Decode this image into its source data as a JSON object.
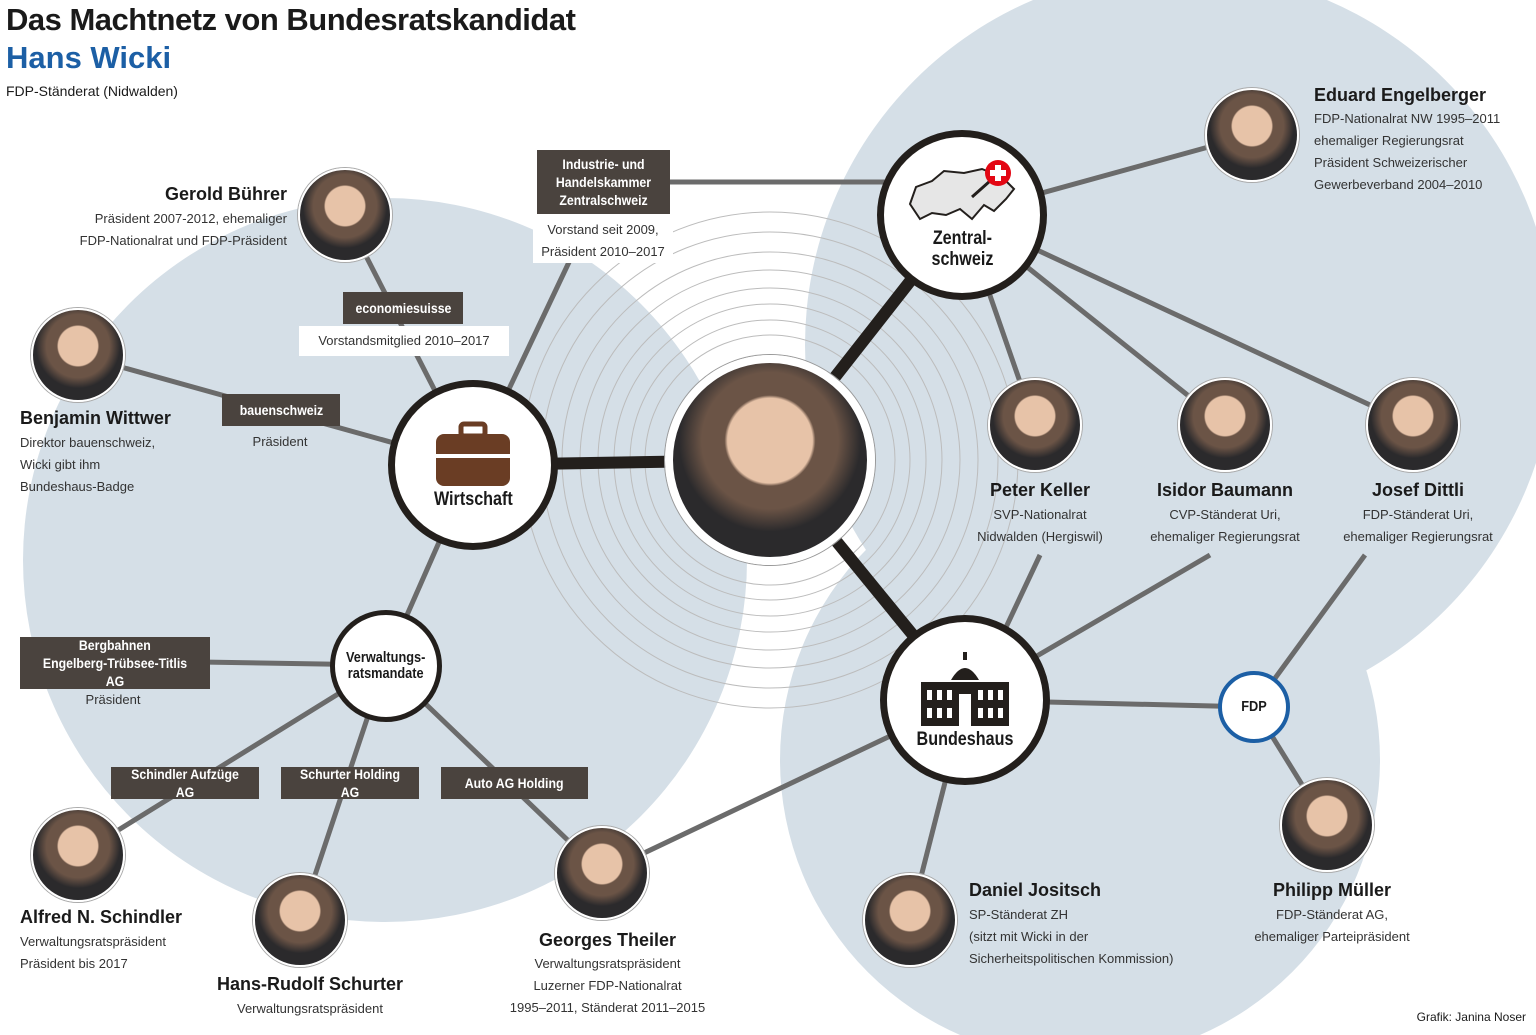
{
  "title": "Das Machtnetz von Bundesratskandidat",
  "subject": "Hans Wicki",
  "subject_role": "FDP-Ständerat (Nidwalden)",
  "hubs": {
    "wirtschaft": "Wirtschaft",
    "zentralschweiz": "Zentral-\nschweiz",
    "bundeshaus": "Bundeshaus",
    "verwaltungsrat": "Verwaltungs-\nratsmandate",
    "fdp": "FDP"
  },
  "orgs": {
    "ihk": {
      "name": "Industrie- und Handelskammer Zentralschweiz",
      "caption1": "Vorstand seit 2009,",
      "caption2": "Präsident 2010–2017"
    },
    "economiesuisse": {
      "name": "economiesuisse",
      "caption": "Vorstandsmitglied 2010–2017"
    },
    "bauenschweiz": {
      "name": "bauenschweiz",
      "caption": "Präsident"
    },
    "bergbahnen": {
      "name1": "Bergbahnen",
      "name2": "Engelberg-Trübsee-Titlis AG",
      "caption": "Präsident"
    },
    "schindler": {
      "name": "Schindler Aufzüge AG"
    },
    "schurter": {
      "name": "Schurter Holding AG"
    },
    "auto": {
      "name": "Auto AG Holding"
    }
  },
  "people": [
    {
      "name": "Gerold Bührer",
      "lines": [
        "Präsident 2007-2012, ehemaliger",
        "FDP-Nationalrat und FDP-Präsident"
      ]
    },
    {
      "name": "Benjamin Wittwer",
      "lines": [
        "Direktor bauenschweiz,",
        "Wicki gibt ihm",
        "Bundeshaus-Badge"
      ]
    },
    {
      "name": "Eduard Engelberger",
      "lines": [
        "FDP-Nationalrat NW 1995–2011",
        "ehemaliger Regierungsrat",
        "Präsident Schweizerischer",
        "Gewerbeverband 2004–2010"
      ]
    },
    {
      "name": "Peter Keller",
      "lines": [
        "SVP-Nationalrat",
        "Nidwalden (Hergiswil)"
      ]
    },
    {
      "name": "Isidor Baumann",
      "lines": [
        "CVP-Ständerat Uri,",
        "ehemaliger Regierungsrat"
      ]
    },
    {
      "name": "Josef Dittli",
      "lines": [
        "FDP-Ständerat Uri,",
        "ehemaliger Regierungsrat"
      ]
    },
    {
      "name": "Alfred N. Schindler",
      "lines": [
        "Verwaltungsratspräsident",
        "Präsident bis 2017"
      ]
    },
    {
      "name": "Hans-Rudolf Schurter",
      "lines": [
        "Verwaltungsratspräsident"
      ]
    },
    {
      "name": "Georges Theiler",
      "lines": [
        "Verwaltungsratspräsident",
        "Luzerner FDP-Nationalrat",
        "1995–2011, Ständerat 2011–2015"
      ]
    },
    {
      "name": "Daniel Jositsch",
      "lines": [
        "SP-Ständerat ZH",
        "(sitzt mit Wicki in der",
        "Sicherheitspolitischen Kommission)"
      ]
    },
    {
      "name": "Philipp Müller",
      "lines": [
        "FDP-Ständerat AG,",
        "ehemaliger Parteipräsident"
      ]
    }
  ],
  "credit": "Grafik: Janina Noser",
  "colors": {
    "blob": "#d5dfe7",
    "line": "#6b6b6b",
    "dark": "#231f1c",
    "box": "#4a433e",
    "accent": "#1c5fa5",
    "swiss_red": "#e30613"
  }
}
